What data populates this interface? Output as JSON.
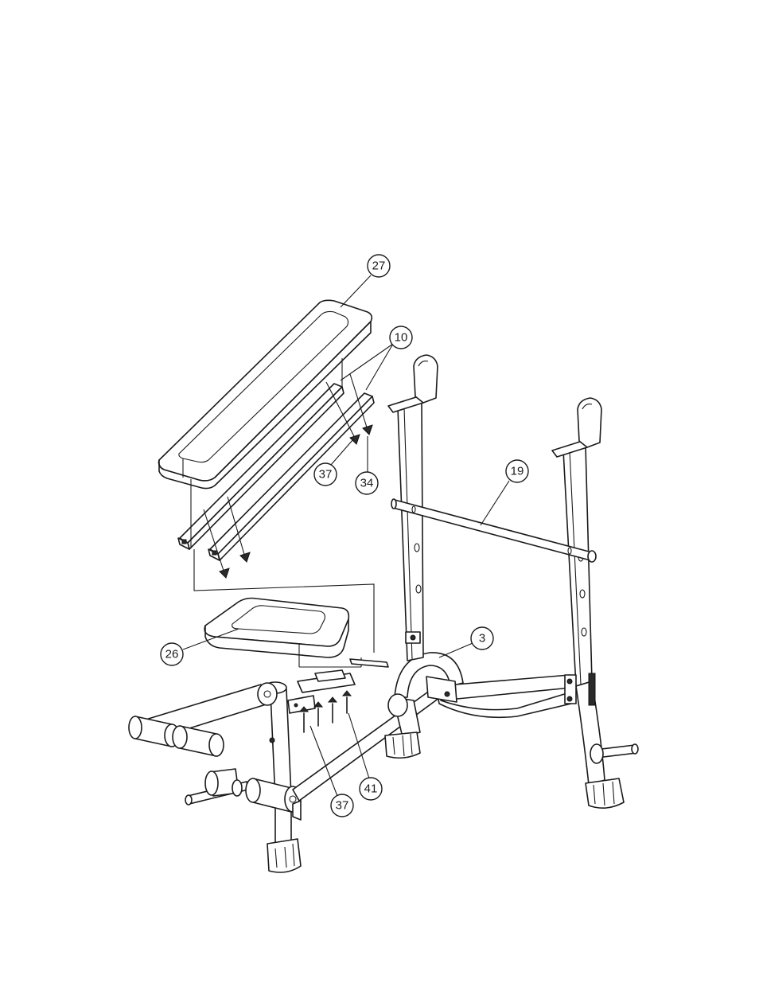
{
  "callouts": {
    "c27": "27",
    "c10": "10",
    "c37a": "37",
    "c34": "34",
    "c19": "19",
    "c3": "3",
    "c26": "26",
    "c41": "41",
    "c37b": "37"
  }
}
